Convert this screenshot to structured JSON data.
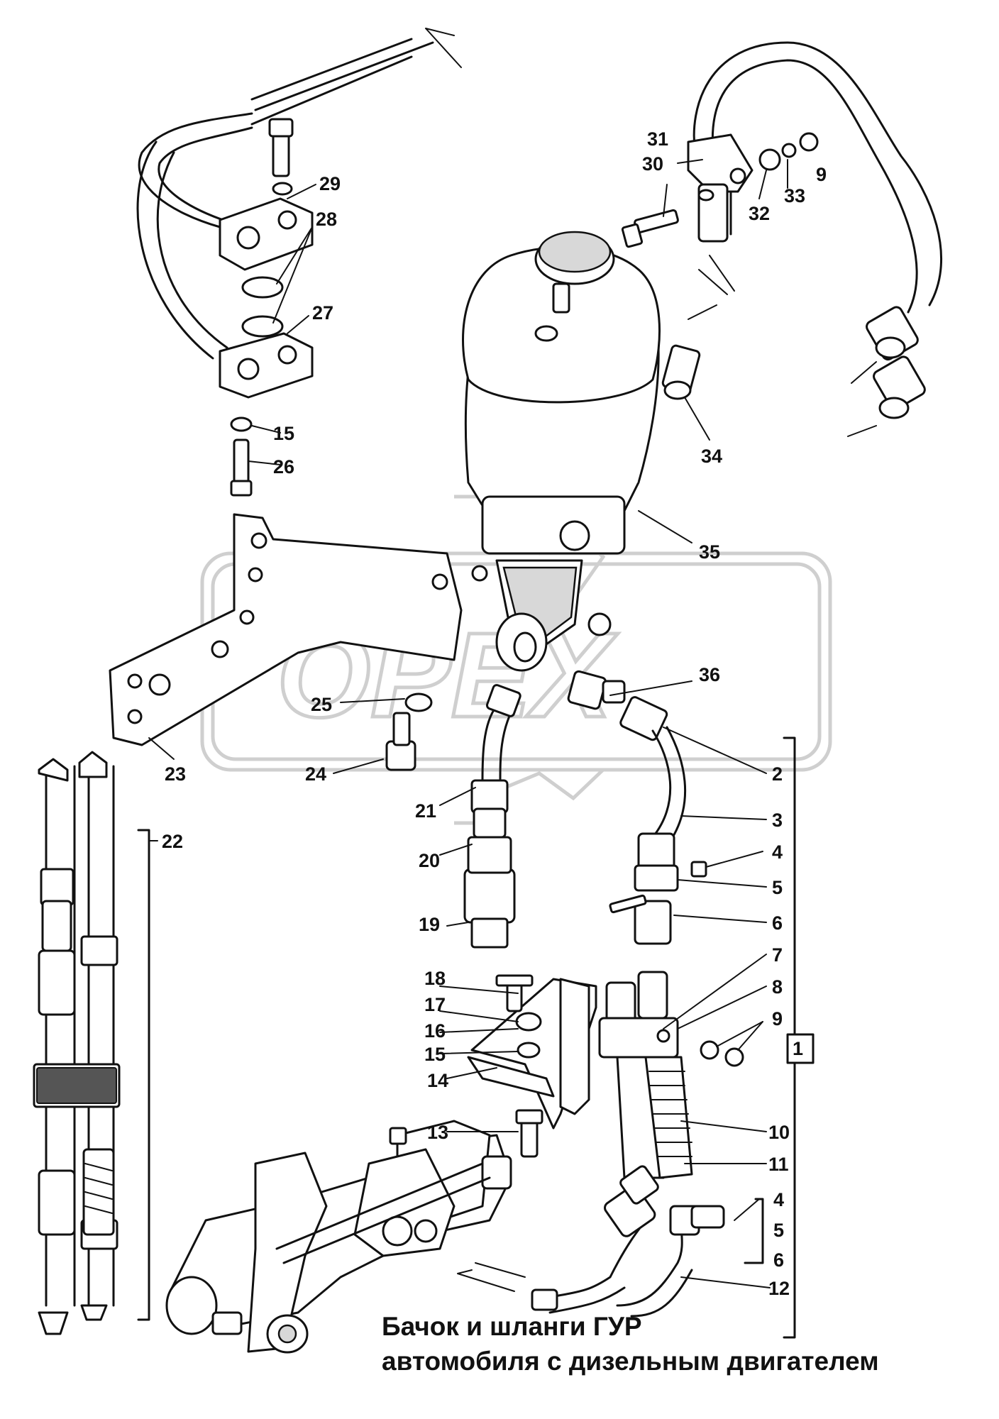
{
  "caption": {
    "line1": "Бачок и шланги ГУР",
    "line2": "автомобиля с дизельным двигателем"
  },
  "watermark": {
    "text": "OPEX"
  },
  "callouts": [
    {
      "id": "c1",
      "label": "1"
    },
    {
      "id": "c2",
      "label": "2"
    },
    {
      "id": "c3",
      "label": "3"
    },
    {
      "id": "c4a",
      "label": "4"
    },
    {
      "id": "c5a",
      "label": "5"
    },
    {
      "id": "c6a",
      "label": "6"
    },
    {
      "id": "c7",
      "label": "7"
    },
    {
      "id": "c8",
      "label": "8"
    },
    {
      "id": "c9a",
      "label": "9"
    },
    {
      "id": "c10",
      "label": "10"
    },
    {
      "id": "c11",
      "label": "11"
    },
    {
      "id": "c12",
      "label": "12"
    },
    {
      "id": "c13",
      "label": "13"
    },
    {
      "id": "c14",
      "label": "14"
    },
    {
      "id": "c15a",
      "label": "15"
    },
    {
      "id": "c16",
      "label": "16"
    },
    {
      "id": "c17",
      "label": "17"
    },
    {
      "id": "c18",
      "label": "18"
    },
    {
      "id": "c19",
      "label": "19"
    },
    {
      "id": "c20",
      "label": "20"
    },
    {
      "id": "c21",
      "label": "21"
    },
    {
      "id": "c22",
      "label": "22"
    },
    {
      "id": "c23",
      "label": "23"
    },
    {
      "id": "c24",
      "label": "24"
    },
    {
      "id": "c25",
      "label": "25"
    },
    {
      "id": "c26",
      "label": "26"
    },
    {
      "id": "c15b",
      "label": "15"
    },
    {
      "id": "c27",
      "label": "27"
    },
    {
      "id": "c28",
      "label": "28"
    },
    {
      "id": "c29",
      "label": "29"
    },
    {
      "id": "c30",
      "label": "30"
    },
    {
      "id": "c31",
      "label": "31"
    },
    {
      "id": "c32",
      "label": "32"
    },
    {
      "id": "c33",
      "label": "33"
    },
    {
      "id": "c9b",
      "label": "9"
    },
    {
      "id": "c34",
      "label": "34"
    },
    {
      "id": "c35",
      "label": "35"
    },
    {
      "id": "c36",
      "label": "36"
    },
    {
      "id": "c4b",
      "label": "4"
    },
    {
      "id": "c5b",
      "label": "5"
    },
    {
      "id": "c6b",
      "label": "6"
    }
  ]
}
